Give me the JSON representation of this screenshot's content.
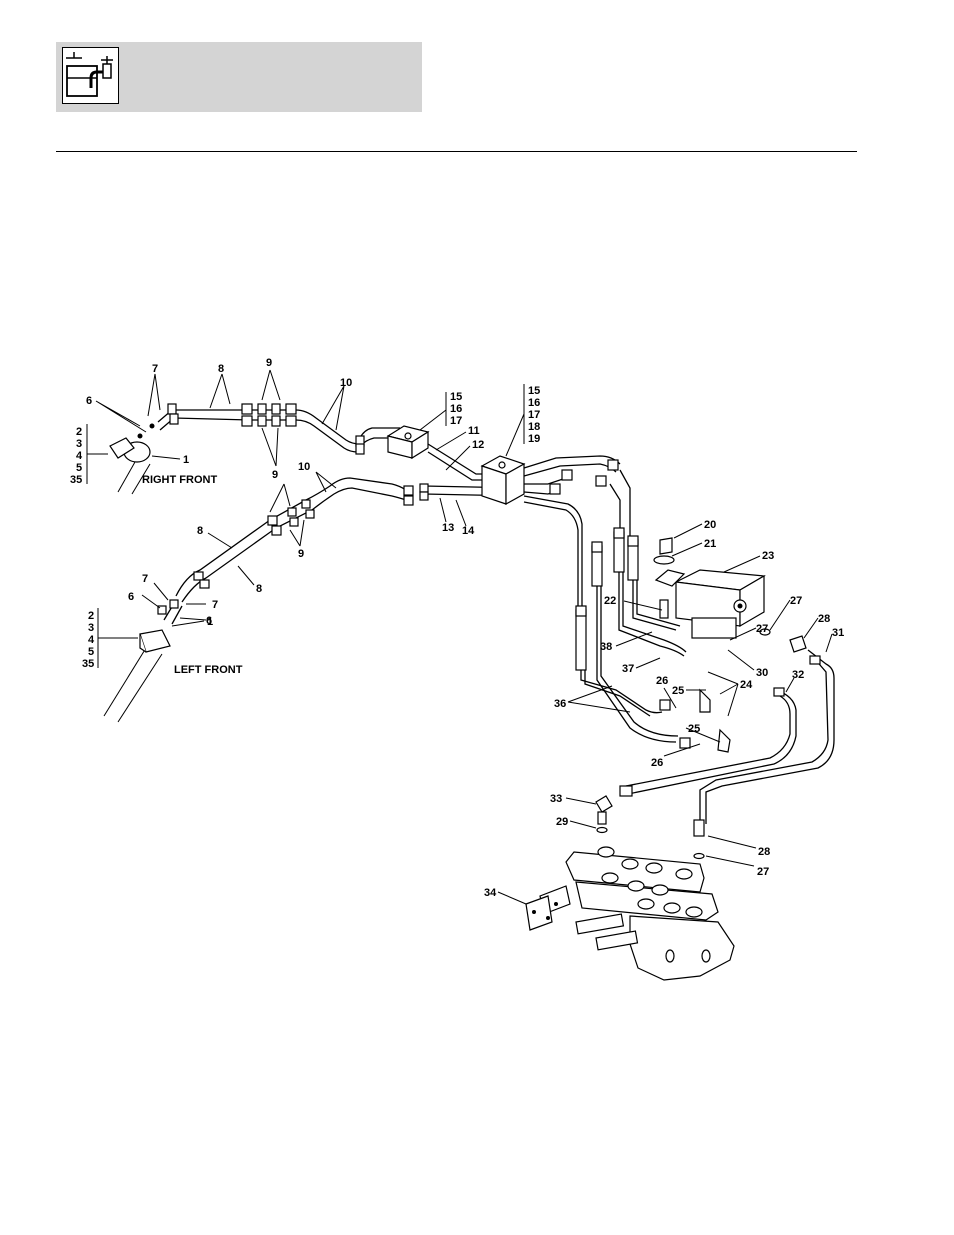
{
  "header": {
    "icon": "hydraulic-system-icon"
  },
  "diagram": {
    "captions": {
      "right_front": "RIGHT FRONT",
      "left_front": "LEFT FRONT"
    },
    "brackets": {
      "right_cyl": [
        "2",
        "3",
        "4",
        "5",
        "35"
      ],
      "left_cyl": [
        "2",
        "3",
        "4",
        "5",
        "35"
      ],
      "clamp_a": [
        "15",
        "16",
        "17"
      ],
      "clamp_b": [
        "15",
        "16",
        "17",
        "18",
        "19"
      ]
    },
    "callouts": [
      {
        "n": "1"
      },
      {
        "n": "1"
      },
      {
        "n": "6"
      },
      {
        "n": "6"
      },
      {
        "n": "6"
      },
      {
        "n": "7"
      },
      {
        "n": "7"
      },
      {
        "n": "7"
      },
      {
        "n": "8"
      },
      {
        "n": "8"
      },
      {
        "n": "8"
      },
      {
        "n": "9"
      },
      {
        "n": "9"
      },
      {
        "n": "9"
      },
      {
        "n": "9"
      },
      {
        "n": "10"
      },
      {
        "n": "10"
      },
      {
        "n": "11"
      },
      {
        "n": "12"
      },
      {
        "n": "13"
      },
      {
        "n": "14"
      },
      {
        "n": "20"
      },
      {
        "n": "21"
      },
      {
        "n": "22"
      },
      {
        "n": "23"
      },
      {
        "n": "24"
      },
      {
        "n": "25"
      },
      {
        "n": "25"
      },
      {
        "n": "26"
      },
      {
        "n": "26"
      },
      {
        "n": "27"
      },
      {
        "n": "27"
      },
      {
        "n": "27"
      },
      {
        "n": "28"
      },
      {
        "n": "28"
      },
      {
        "n": "29"
      },
      {
        "n": "30"
      },
      {
        "n": "31"
      },
      {
        "n": "32"
      },
      {
        "n": "33"
      },
      {
        "n": "34"
      },
      {
        "n": "36"
      },
      {
        "n": "37"
      },
      {
        "n": "38"
      }
    ]
  }
}
